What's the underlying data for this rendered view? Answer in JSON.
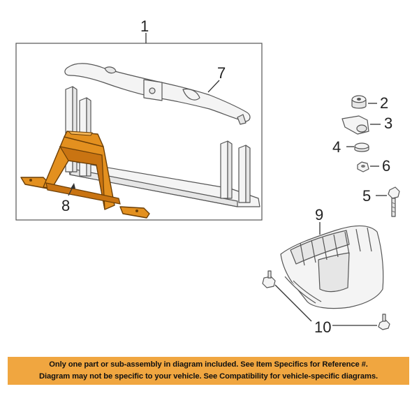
{
  "callouts": {
    "c1": "1",
    "c2": "2",
    "c3": "3",
    "c4": "4",
    "c5": "5",
    "c6": "6",
    "c7": "7",
    "c8": "8",
    "c9": "9",
    "c10": "10"
  },
  "disclaimer": {
    "line1": "Only one part or sub-assembly in diagram included. See Item Specifics for Reference #.",
    "line2": "Diagram may not be specific to your vehicle. See Compatibility for vehicle-specific diagrams."
  },
  "colors": {
    "highlight_part": "#e3901f",
    "disclaimer_background": "#f0a640"
  }
}
